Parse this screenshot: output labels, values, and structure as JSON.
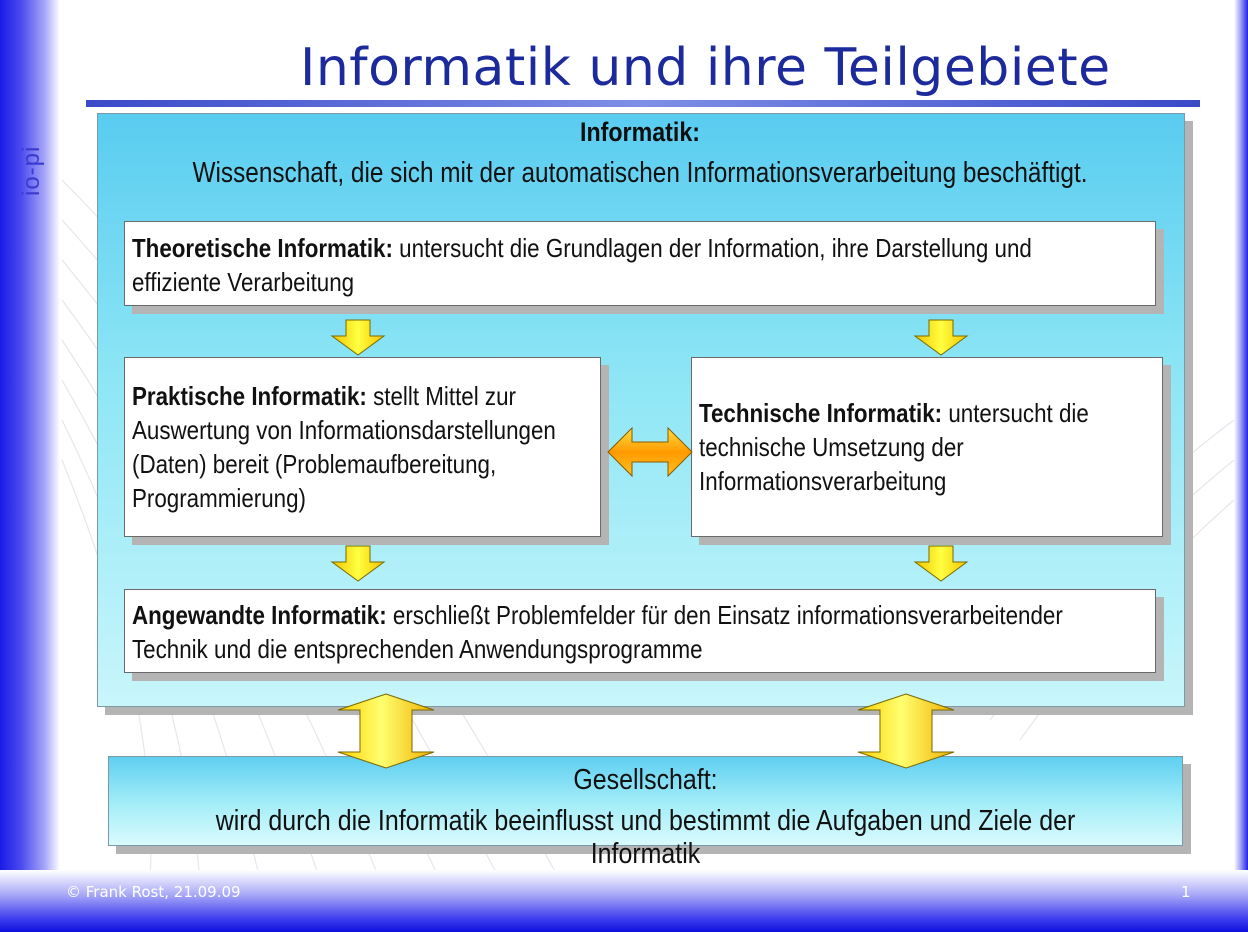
{
  "slide": {
    "title": "Informatik und ihre Teilgebiete",
    "logo_text": "io-pi",
    "footer_left": "© Frank Rost, 21.09.09",
    "page_number": "1"
  },
  "informatik": {
    "title": "Informatik:",
    "description": "Wissenschaft,  die sich mit der automatischen Informationsverarbeitung beschäftigt."
  },
  "boxes": {
    "theoretisch": {
      "label": "Theoretische Informatik:",
      "line1": "untersucht die Grundlagen der Information, ihre Darstellung und",
      "line2": "effiziente Verarbeitung"
    },
    "praktisch": {
      "label": "Praktische Informatik:",
      "line1": "stellt Mittel zur",
      "line2": "Auswertung von Informationsdarstellungen",
      "line3": "(Daten) bereit (Problemaufbereitung,",
      "line4": "Programmierung)"
    },
    "technisch": {
      "label": "Technische Informatik:",
      "line1": "untersucht die",
      "line2": "technische Umsetzung der",
      "line3": "Informationsverarbeitung"
    },
    "angewandt": {
      "label": "Angewandte Informatik:",
      "line1": "erschließt Problemfelder für den Einsatz informationsverarbeitender",
      "line2": "Technik und die entsprechenden Anwendungsprogramme"
    }
  },
  "gesellschaft": {
    "title": "Gesellschaft:",
    "description": "wird durch die Informatik beeinflusst und bestimmt die Aufgaben und Ziele der Informatik"
  },
  "colors": {
    "title_blue": "#1c2a9c",
    "frame_blue": "#1a1ae6",
    "box_cyan": "#8ee6f5",
    "arrow_yellow": "#ffe600",
    "arrow_orange": "#f5a000"
  }
}
